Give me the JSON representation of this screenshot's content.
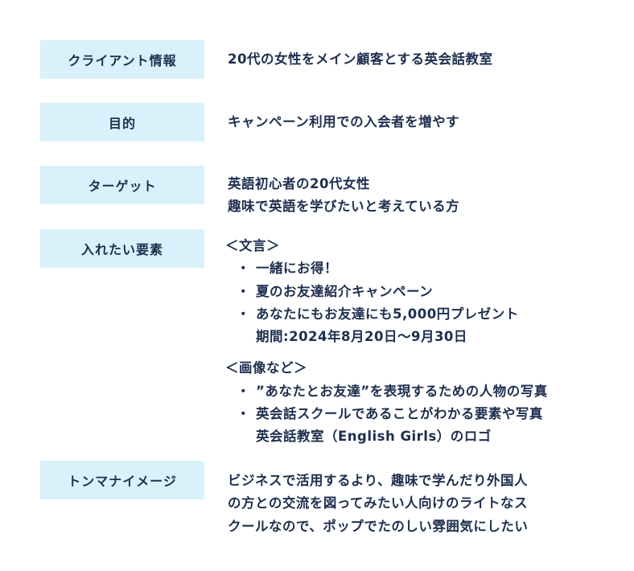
{
  "rows": [
    {
      "label": "クライアント情報",
      "lines": [
        "20代の女性をメイン顧客とする英会話教室"
      ]
    },
    {
      "label": "目的",
      "lines": [
        "キャンペーン利用での入会者を増やす"
      ]
    },
    {
      "label": "ターゲット",
      "lines": [
        "英語初心者の20代女性",
        "趣味で英語を学びたいと考えている方"
      ]
    },
    {
      "label": "入れたい要素",
      "section1": {
        "heading": "＜文言＞",
        "items": [
          "一緒にお得！",
          "夏のお友達紹介キャンペーン",
          "あなたにもお友達にも5,000円プレゼント"
        ],
        "continuation": "期間:2024年8月20日～9月30日"
      },
      "section2": {
        "heading": "＜画像など＞",
        "items": [
          "”あなたとお友達”を表現するための人物の写真",
          "英会話スクールであることがわかる要素や写真"
        ],
        "continuation": "英会話教室（English Girls）のロゴ"
      },
      "bullet": "・"
    },
    {
      "label": "トンマナイメージ",
      "lines": [
        "ビジネスで活用するより、趣味で学んだり外国人",
        "の方との交流を図ってみたい人向けのライトなス",
        "クールなので、ポップでたのしい雰囲気にしたい"
      ]
    }
  ]
}
